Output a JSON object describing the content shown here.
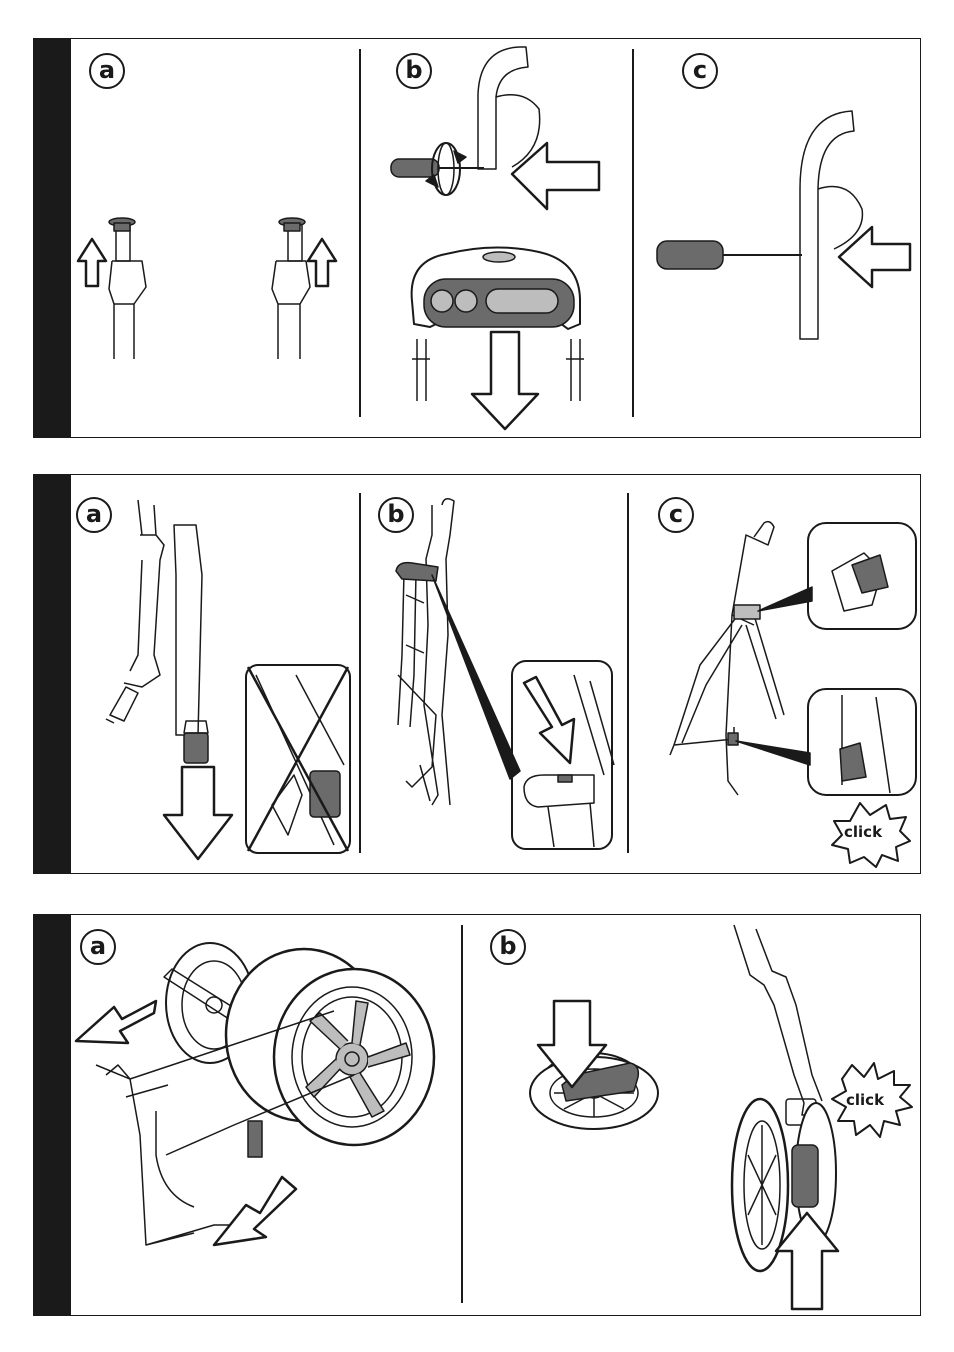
{
  "colors": {
    "ink": "#1a1a1a",
    "fill_gray": "#6b6b6b",
    "light_gray": "#bdbdbd",
    "paper": "#ffffff"
  },
  "panels": [
    {
      "steps": [
        {
          "label": "a"
        },
        {
          "label": "b"
        },
        {
          "label": "c"
        }
      ]
    },
    {
      "steps": [
        {
          "label": "a"
        },
        {
          "label": "b"
        },
        {
          "label": "c"
        }
      ],
      "callout": "click"
    },
    {
      "steps": [
        {
          "label": "a"
        },
        {
          "label": "b"
        }
      ],
      "callout": "click"
    }
  ]
}
